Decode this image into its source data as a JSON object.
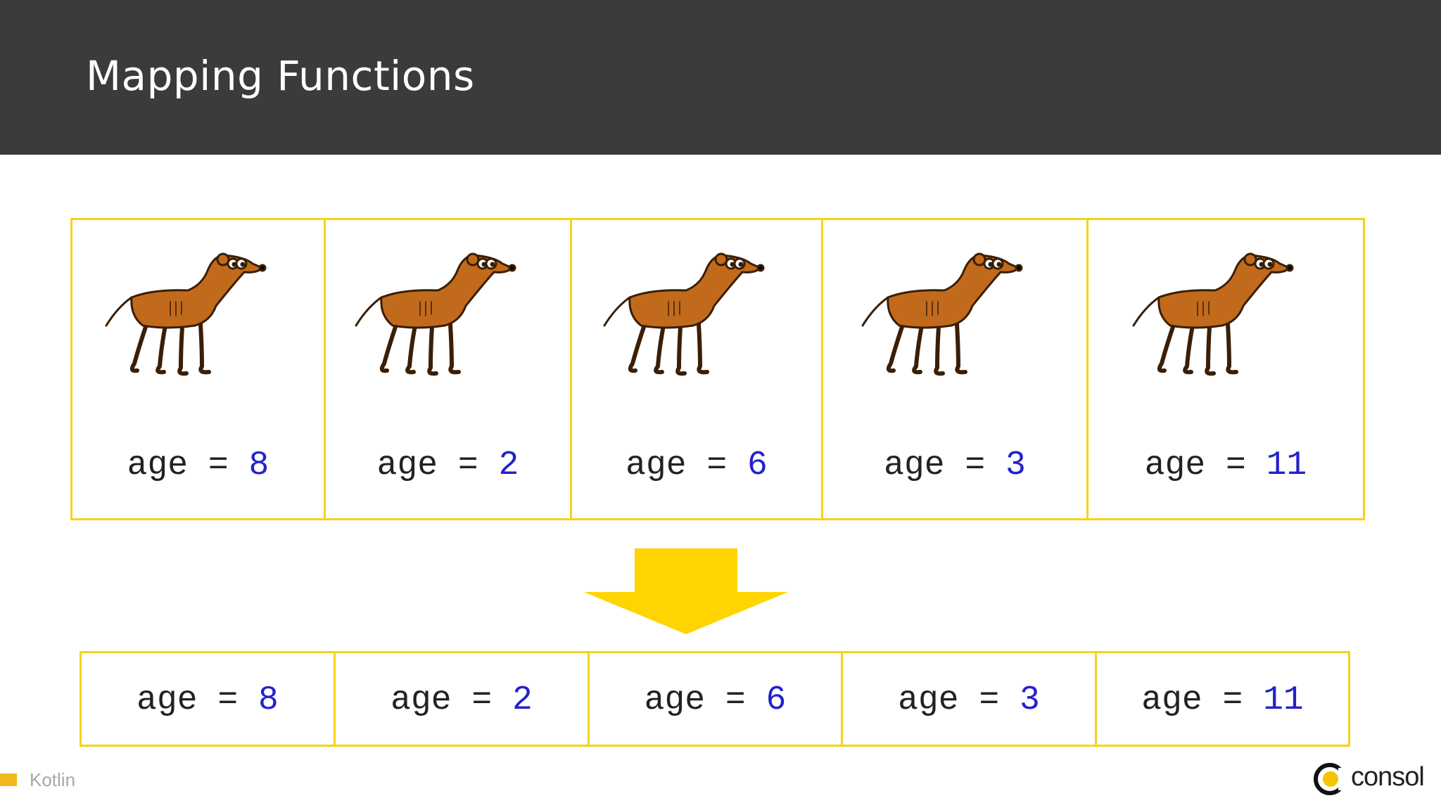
{
  "header": {
    "title": "Mapping Functions"
  },
  "dogs": [
    {
      "label": "age = ",
      "value": "8"
    },
    {
      "label": "age = ",
      "value": "2"
    },
    {
      "label": "age = ",
      "value": "6"
    },
    {
      "label": "age = ",
      "value": "3"
    },
    {
      "label": "age = ",
      "value": "11"
    }
  ],
  "results": [
    {
      "label": "age = ",
      "value": "8"
    },
    {
      "label": "age = ",
      "value": "2"
    },
    {
      "label": "age = ",
      "value": "6"
    },
    {
      "label": "age = ",
      "value": "3"
    },
    {
      "label": "age = ",
      "value": "11"
    }
  ],
  "footer": {
    "label": "Kotlin"
  },
  "logo": {
    "text": "consol"
  },
  "colors": {
    "header": "#3a3b3b",
    "accent": "#f7d21b",
    "value": "#2222cc",
    "dog": "#c26a1c"
  },
  "icons": {
    "arrow": "down-arrow-icon",
    "dog": "dog-icon",
    "logo": "consol-logo-icon"
  }
}
